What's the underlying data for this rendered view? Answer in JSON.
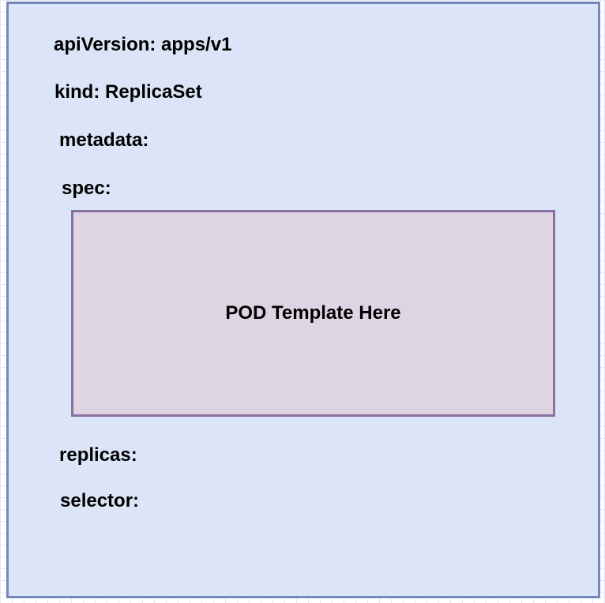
{
  "colors": {
    "outer-fill": "#dbe5f7",
    "outer-stroke": "#7289b9",
    "inner-fill": "#ddd5e4",
    "inner-stroke": "#8a6fa1",
    "text": "#000000",
    "canvas": "#ffffff",
    "grid-line": "#e3e8f2"
  },
  "diagram": {
    "lines": {
      "apiVersion": "apiVersion: apps/v1",
      "kind": "kind: ReplicaSet",
      "metadata": "metadata:",
      "spec": "spec:",
      "replicas": "replicas:",
      "selector": "selector:"
    },
    "pod_template": "POD Template Here"
  }
}
